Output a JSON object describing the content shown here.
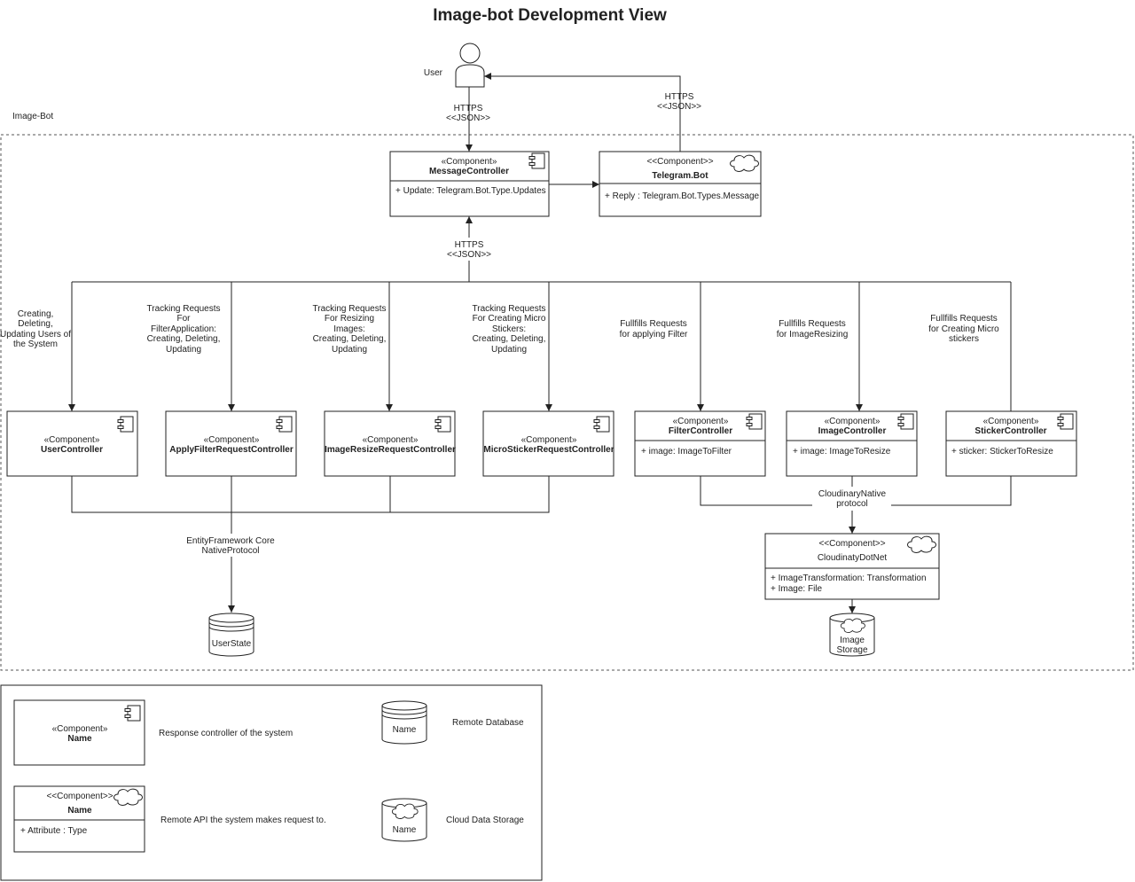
{
  "title": "Image-bot Development View",
  "boundary_label": "Image-Bot",
  "user": {
    "label": "User"
  },
  "protocols": {
    "user_to_mc": [
      "HTTPS",
      "<<JSON>>"
    ],
    "tb_to_user": [
      "HTTPS",
      "<<JSON>>"
    ],
    "bus_to_mc": [
      "HTTPS",
      "<<JSON>>"
    ],
    "entity": [
      "EntityFramework Core",
      "NativeProtocol"
    ],
    "cloudinary": [
      "CloudinaryNative",
      "protocol"
    ]
  },
  "components": {
    "message_controller": {
      "stereotype": "«Component»",
      "name": "MessageController",
      "attrs": [
        "+ Update: Telegram.Bot.Type.Updates"
      ]
    },
    "telegram_bot": {
      "stereotype": "<<Component>>",
      "name": "Telegram.Bot",
      "attrs": [
        "+ Reply : Telegram.Bot.Types.Message"
      ]
    },
    "user_controller": {
      "stereotype": "«Component»",
      "name": "UserController"
    },
    "apply_filter": {
      "stereotype": "«Component»",
      "name": "ApplyFilterRequestController"
    },
    "image_resize_req": {
      "stereotype": "«Component»",
      "name": "ImageResizeRequestController"
    },
    "micro_sticker_req": {
      "stereotype": "«Component»",
      "name": "MicroStickerRequestController"
    },
    "filter_controller": {
      "stereotype": "«Component»",
      "name": "FilterController",
      "attrs": [
        "+ image: ImageToFilter"
      ]
    },
    "image_controller": {
      "stereotype": "«Component»",
      "name": "ImageController",
      "attrs": [
        "+ image: ImageToResize"
      ]
    },
    "sticker_controller": {
      "stereotype": "«Component»",
      "name": "StickerController",
      "attrs": [
        "+ sticker: StickerToResize"
      ]
    },
    "cloudinary": {
      "stereotype": "<<Component>>",
      "name": "CloudinatyDotNet",
      "attrs": [
        "+ ImageTransformation: Transformation",
        "+ Image: File"
      ]
    }
  },
  "descriptions": {
    "user_controller": [
      "Creating,",
      "Deleting,",
      "Updating Users of",
      "the System"
    ],
    "apply_filter": [
      "Tracking Requests",
      "For",
      "FilterApplication:",
      "Creating, Deleting,",
      "Updating"
    ],
    "image_resize_req": [
      "Tracking Requests",
      "For Resizing",
      "Images:",
      "Creating, Deleting,",
      "Updating"
    ],
    "micro_sticker_req": [
      "Tracking Requests",
      "For Creating Micro",
      "Stickers:",
      "Creating, Deleting,",
      "Updating"
    ],
    "filter_controller": [
      "Fullfills Requests",
      "for applying Filter"
    ],
    "image_controller": [
      "Fullfills Requests",
      "for ImageResizing"
    ],
    "sticker_controller": [
      "Fullfills Requests",
      "for Creating Micro",
      "stickers"
    ]
  },
  "stores": {
    "user_state": {
      "label": "UserState"
    },
    "image_storage": {
      "label": [
        "Image",
        "Storage"
      ]
    }
  },
  "legend": {
    "component": {
      "stereotype": "«Component»",
      "name": "Name",
      "description": "Response controller of the system"
    },
    "remote_api": {
      "stereotype": "<<Component>>",
      "name": "Name",
      "attr": "+ Attribute :  Type",
      "description": "Remote API the system makes request to."
    },
    "remote_db": {
      "label": "Name",
      "description": "Remote Database"
    },
    "cloud_storage": {
      "label": "Name",
      "description": "Cloud Data Storage"
    }
  }
}
